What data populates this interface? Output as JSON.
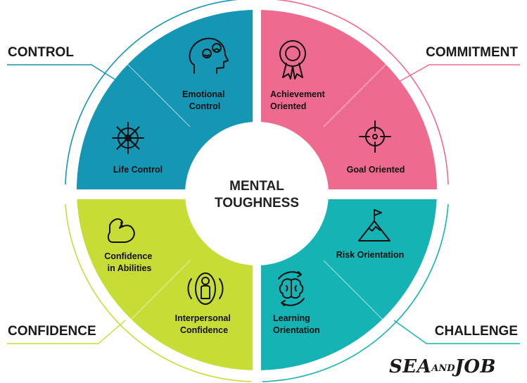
{
  "center": {
    "line1": "MENTAL",
    "line2": "TOUGHNESS"
  },
  "categories": {
    "control": "CONTROL",
    "commitment": "COMMITMENT",
    "confidence": "CONFIDENCE",
    "challenge": "CHALLENGE"
  },
  "segments": {
    "emotional_control": [
      "Emotional",
      "Control"
    ],
    "life_control": [
      "Life Control"
    ],
    "achievement_oriented": [
      "Achievement",
      "Oriented"
    ],
    "goal_oriented": [
      "Goal Oriented"
    ],
    "confidence_in_abilities": [
      "Confidence",
      "in Abilities"
    ],
    "interpersonal_confidence": [
      "Interpersonal",
      "Confidence"
    ],
    "risk_orientation": [
      "Risk Orientation"
    ],
    "learning_orientation": [
      "Learning",
      "Orientation"
    ]
  },
  "icons": {
    "emotional_control": "head-emotions-icon",
    "life_control": "ship-wheel-icon",
    "achievement_oriented": "award-rosette-icon",
    "goal_oriented": "crosshair-target-icon",
    "confidence_in_abilities": "flexed-arm-icon",
    "interpersonal_confidence": "person-aura-icon",
    "risk_orientation": "mountain-flag-icon",
    "learning_orientation": "brain-cycle-icon"
  },
  "brand": {
    "part1": "SEA",
    "part2": "AND",
    "part3": "JOB"
  },
  "colors": {
    "control": "#1496b4",
    "commitment": "#ee6a8e",
    "confidence": "#c8dc36",
    "challenge": "#15b3b3"
  }
}
